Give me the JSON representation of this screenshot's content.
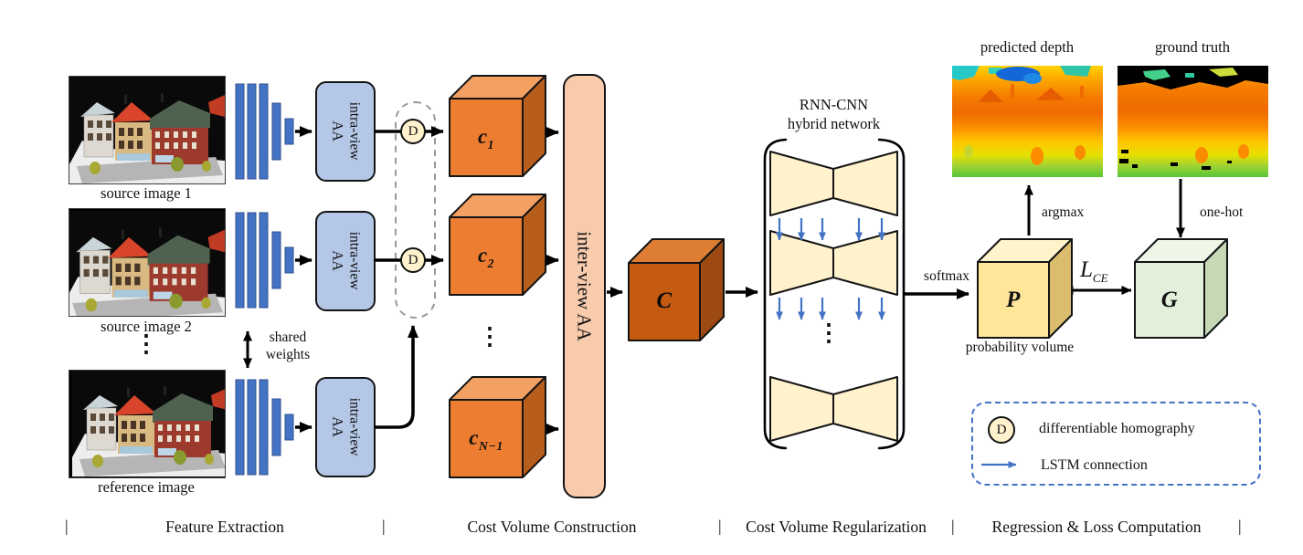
{
  "palette": {
    "bar_blue": "#4472C4",
    "box_blue": "#B4C7E7",
    "cream": "#FFF2CC",
    "salmon": "#F8CBAD",
    "cost_orange": "#ED7D31",
    "aggregated_orange": "#C55A11",
    "probability_yellow": "#FFE699",
    "groundtruth_green": "#E2EFDA",
    "legend_blue": "#4472C4",
    "dash_grey": "#999999"
  },
  "inputs": {
    "images": [
      {
        "caption": "source image 1"
      },
      {
        "caption": "source image 2"
      },
      {
        "caption": "reference image"
      }
    ],
    "dots": "⋮",
    "shared_weights": "shared weights"
  },
  "feature_extraction": {
    "intra_view_line1": "intra-view",
    "intra_view_line2": "AA"
  },
  "homography": {
    "symbol": "D"
  },
  "cost_volumes": {
    "c1": {
      "base": "c",
      "sub": "1"
    },
    "c2": {
      "base": "c",
      "sub": "2"
    },
    "cn": {
      "base": "c",
      "sub": "N−1"
    },
    "dots": "⋮",
    "inter_view": "inter-view AA",
    "aggregated": "C"
  },
  "regularization": {
    "title_line1": "RNN-CNN",
    "title_line2": "hybrid network",
    "dots": "⋮"
  },
  "outputs": {
    "softmax": "softmax",
    "argmax": "argmax",
    "one_hot": "one-hot",
    "p": "P",
    "g": "G",
    "probability_volume": "probability volume",
    "loss_base": "L",
    "loss_sub": "CE",
    "predicted_depth": "predicted depth",
    "ground_truth": "ground truth"
  },
  "legend": {
    "symbol": "D",
    "homography": "differentiable homography",
    "lstm": "LSTM connection"
  },
  "footer": {
    "separator": "|",
    "sections": [
      {
        "label": "Feature Extraction"
      },
      {
        "label": "Cost Volume Construction"
      },
      {
        "label": "Cost Volume Regularization"
      },
      {
        "label": "Regression & Loss Computation"
      }
    ]
  }
}
